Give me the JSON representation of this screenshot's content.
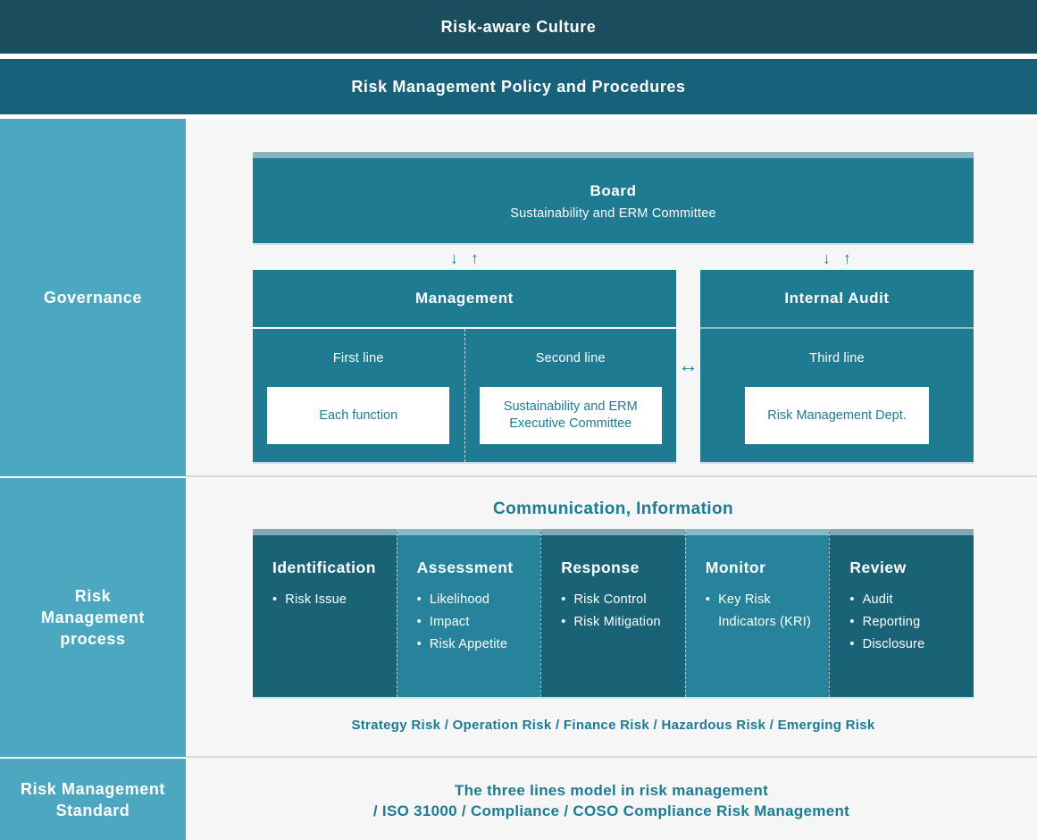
{
  "banners": {
    "risk_aware_culture": "Risk-aware Culture",
    "policy": "Risk Management Policy and Procedures"
  },
  "sidebar": {
    "governance": "Governance",
    "process": "Risk\nManagement\nprocess",
    "standard": "Risk Management\nStandard"
  },
  "governance": {
    "board": {
      "title": "Board",
      "subtitle": "Sustainability and ERM Committee"
    },
    "management": {
      "title": "Management",
      "first_line": {
        "label": "First line",
        "box": "Each function"
      },
      "second_line": {
        "label": "Second line",
        "box": "Sustainability and ERM Executive Committee"
      }
    },
    "internal_audit": {
      "title": "Internal Audit",
      "third_line": {
        "label": "Third line",
        "box": "Risk Management Dept."
      }
    },
    "arrows": {
      "down": "↓",
      "up": "↑",
      "both": "↔"
    }
  },
  "process": {
    "heading": "Communication, Information",
    "columns": [
      {
        "title": "Identification",
        "tone": "dark",
        "items": [
          "Risk Issue"
        ]
      },
      {
        "title": "Assessment",
        "tone": "light",
        "items": [
          "Likelihood",
          "Impact",
          "Risk Appetite"
        ]
      },
      {
        "title": "Response",
        "tone": "dark",
        "items": [
          "Risk Control",
          "Risk Mitigation"
        ]
      },
      {
        "title": "Monitor",
        "tone": "light",
        "items": [
          "Key Risk Indicators (KRI)"
        ]
      },
      {
        "title": "Review",
        "tone": "dark",
        "items": [
          "Audit",
          "Reporting",
          "Disclosure"
        ]
      }
    ],
    "risk_types": "Strategy Risk / Operation Risk / Finance Risk / Hazardous Risk / Emerging Risk"
  },
  "standard": {
    "line1": "The three lines model in risk management",
    "line2": "/ ISO 31000 / Compliance / COSO Compliance Risk Management"
  },
  "colors": {
    "banner_dark": "#1a4e5f",
    "banner_teal": "#17627a",
    "sidebar": "#4ca8c0",
    "panel_teal": "#1f7b92",
    "column_dark": "#1a6376",
    "column_light": "#26839b",
    "teal_text": "#1d7b94",
    "canvas": "#f6f6f6"
  }
}
